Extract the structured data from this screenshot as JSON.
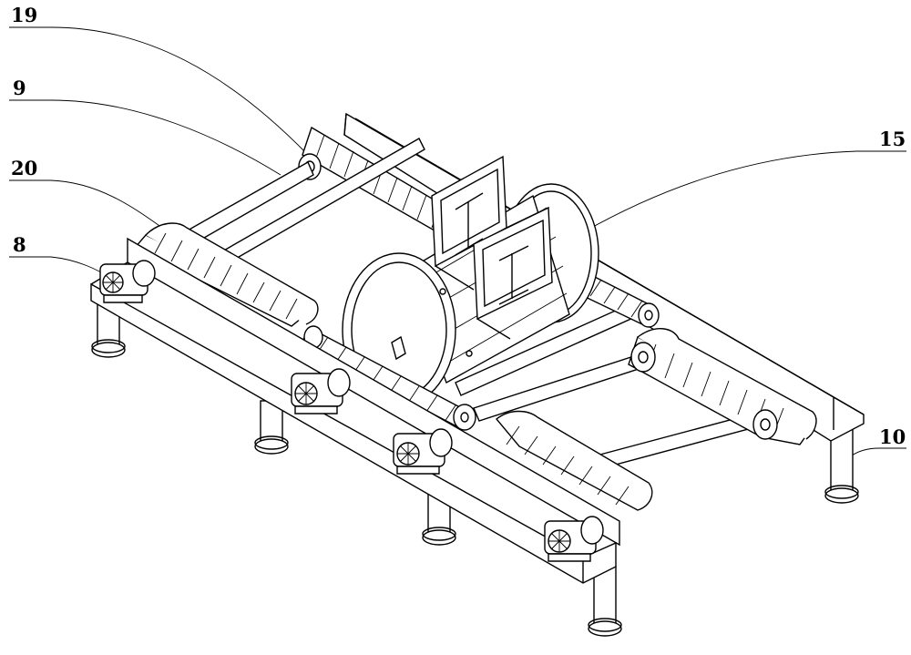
{
  "callouts": [
    {
      "id": "label-19",
      "text": "19"
    },
    {
      "id": "label-9",
      "text": "9"
    },
    {
      "id": "label-20",
      "text": "20"
    },
    {
      "id": "label-8",
      "text": "8"
    },
    {
      "id": "label-15",
      "text": "15"
    },
    {
      "id": "label-10",
      "text": "10"
    }
  ]
}
